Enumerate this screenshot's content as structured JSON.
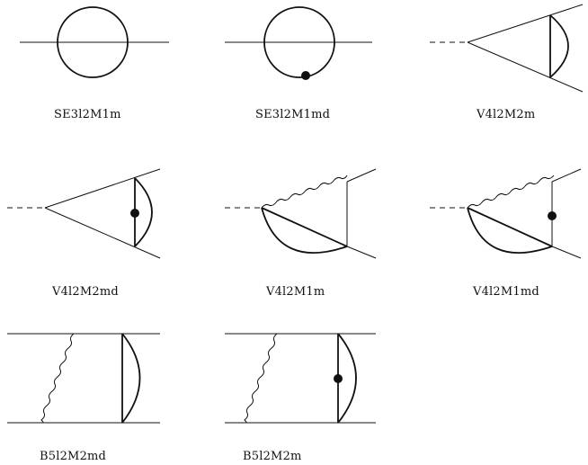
{
  "diagrams": [
    {
      "id": "d1",
      "label": "SE3l2M1m"
    },
    {
      "id": "d2",
      "label": "SE3l2M1md"
    },
    {
      "id": "d3",
      "label": "V4l2M2m"
    },
    {
      "id": "d4",
      "label": "V4l2M2md"
    },
    {
      "id": "d5",
      "label": "V4l2M1m"
    },
    {
      "id": "d6",
      "label": "V4l2M1md"
    },
    {
      "id": "d7",
      "label": "B5l2M2md"
    },
    {
      "id": "d8",
      "label": "B5l2M2m"
    }
  ],
  "colors": {
    "line": "#111111",
    "background": "#ffffff"
  }
}
